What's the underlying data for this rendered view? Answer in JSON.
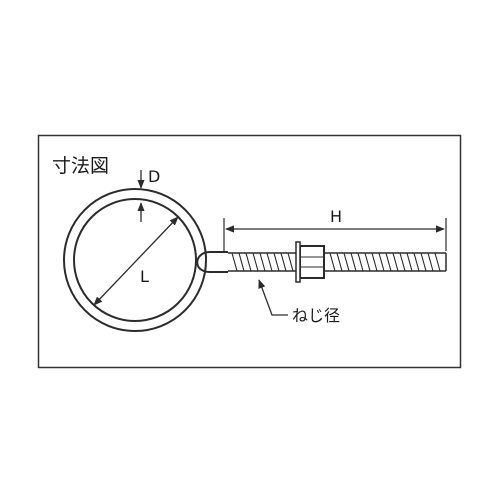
{
  "diagram": {
    "title": "寸法図",
    "labels": {
      "d": "D",
      "l": "L",
      "h": "H",
      "thread": "ねじ径"
    },
    "colors": {
      "stroke": "#2b2b2b",
      "text": "#1a1a1a",
      "background": "#ffffff",
      "frame": "#333333"
    }
  }
}
